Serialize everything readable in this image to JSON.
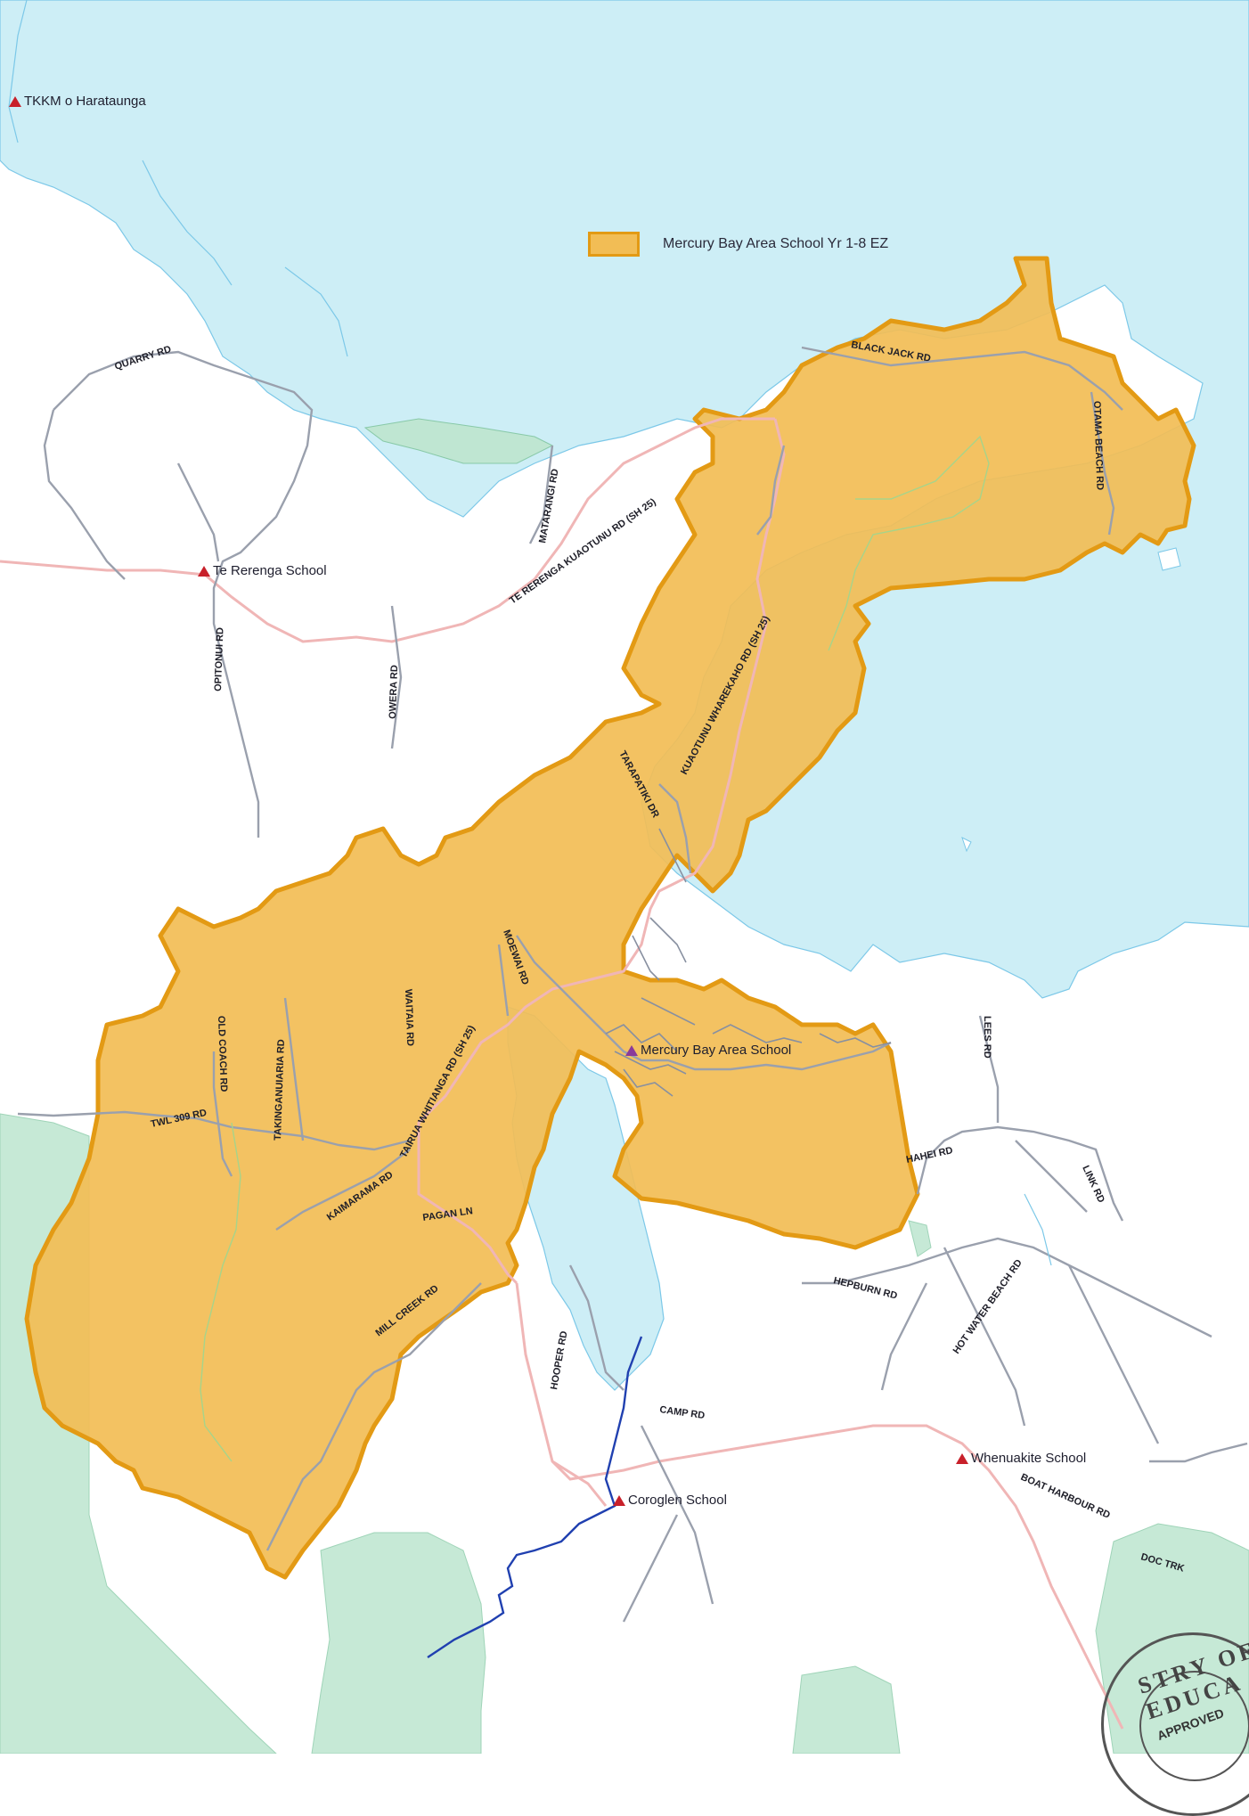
{
  "legend": {
    "label": "Mercury Bay Area School Yr 1-8 EZ",
    "fill_color": "#f2bd55",
    "border_color": "#e39a14"
  },
  "colors": {
    "water": "#cdeef6",
    "forest": "#c6e9d6",
    "main_road": "#f0b6b6",
    "minor_road": "#9aa0ad",
    "river": "#2040b0",
    "school_marker": "#c8202a"
  },
  "schools": [
    {
      "name": "TKKM o Harataunga"
    },
    {
      "name": "Te Rerenga School"
    },
    {
      "name": "Mercury Bay Area School"
    },
    {
      "name": "Whenuakite School"
    },
    {
      "name": "Coroglen School"
    }
  ],
  "roads": {
    "quarry": "QUARRY RD",
    "black_jack": "BLACK JACK RD",
    "matarangi": "MATARANGI RD",
    "otama_beach": "OTAMA BEACH RD",
    "te_rerenga_kuaotunu": "TE RERENGA KUAOTUNU RD (SH 25)",
    "omoiui": "OPITONUI RD",
    "owera": "OWERA RD",
    "kuaotunu_wharekaho": "KUAOTUNU WHAREKAHO RD (SH 25)",
    "tarapatiki": "TARAPATIKI DR",
    "moewai": "MOEWAI RD",
    "old_coach": "OLD COACH RD",
    "takinganuiaria": "TAKINGANUIARIA RD",
    "waitaia": "WAITAIA RD",
    "twl_309": "TWL 309 RD",
    "tairua_whitianga": "TAIRUA WHITIANGA RD (SH 25)",
    "kaimarama": "KAIMARAMA RD",
    "pagan_ln": "PAGAN LN",
    "mill_creek": "MILL CREEK RD",
    "hahei": "HAHEI RD",
    "lees": "LEES RD",
    "link": "LINK RD",
    "hepburn": "HEPBURN RD",
    "hot_water_beach": "HOT WATER BEACH RD",
    "hooper": "HOOPER RD",
    "camp": "CAMP RD",
    "boat_harbour": "BOAT HARBOUR RD",
    "doc_trk": "DOC TRK"
  },
  "stamp": {
    "text": "STRY OF EDUCA",
    "status": "APPROVED"
  }
}
